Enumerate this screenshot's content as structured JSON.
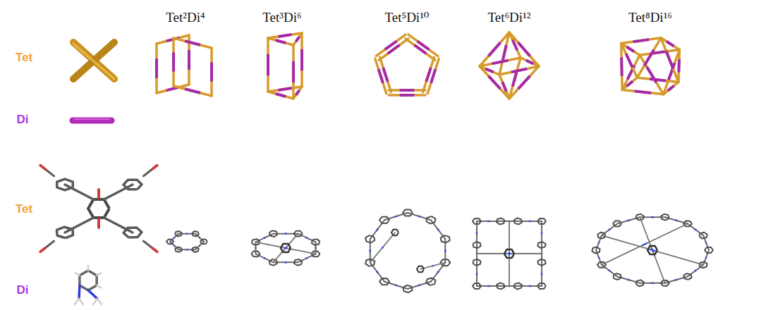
{
  "diagram": {
    "labels": [
      "Tet²Di⁴",
      "Tet³Di⁶",
      "Tet⁵Di¹⁰",
      "Tet⁶Di¹²",
      "Tet⁸Di¹⁶",
      "Tet",
      "Di",
      "Tet",
      "Di"
    ]
  }
}
